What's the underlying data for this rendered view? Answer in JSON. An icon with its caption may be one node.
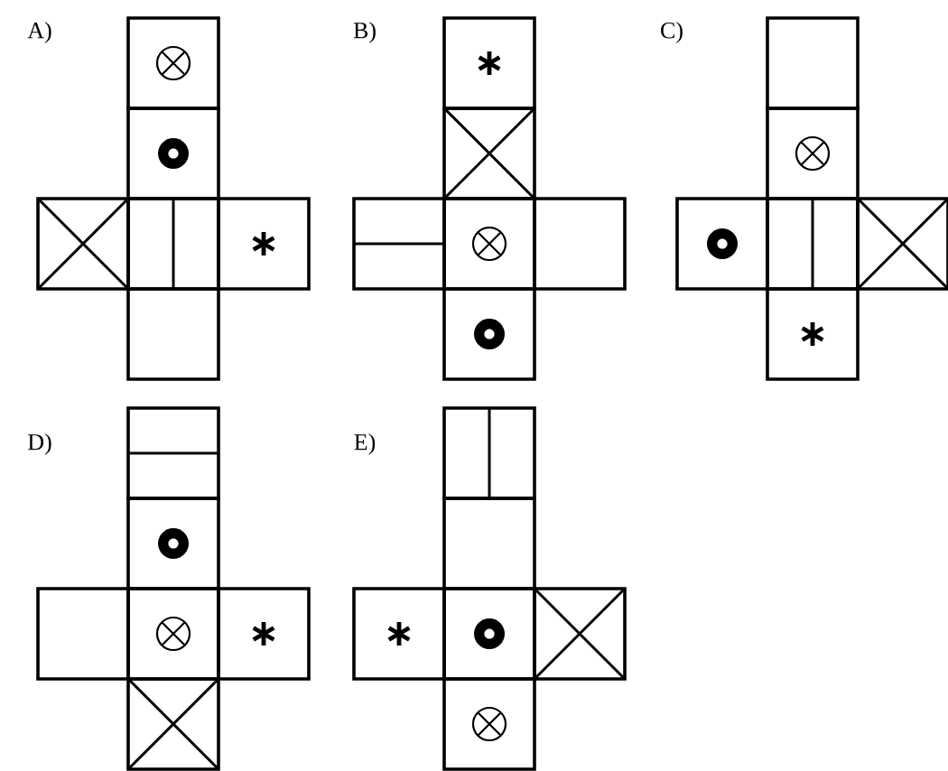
{
  "diagram": {
    "labels": [
      "A)",
      "B)",
      "C)",
      "D)",
      "E)"
    ]
  }
}
